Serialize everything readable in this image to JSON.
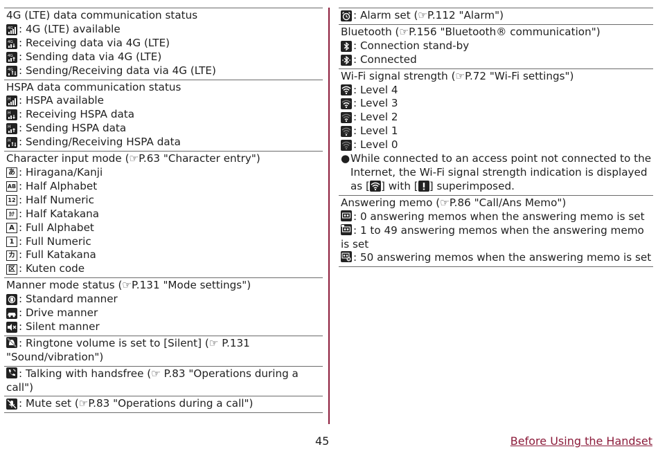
{
  "left": {
    "lte": {
      "heading": "4G (LTE) data communication status",
      "items": [
        ": 4G (LTE) available",
        ": Receiving data via 4G (LTE)",
        ": Sending data via 4G (LTE)",
        ": Sending/Receiving data via 4G (LTE)"
      ]
    },
    "hspa": {
      "heading": "HSPA data communication status",
      "items": [
        ": HSPA available",
        ": Receiving HSPA data",
        ": Sending HSPA data",
        ": Sending/Receiving HSPA data"
      ]
    },
    "input": {
      "heading": "Character input mode (☞P.63 \"Character entry\")",
      "icons": [
        "あ",
        "AB",
        "12",
        "ｶﾅ",
        "A",
        "1",
        "カ",
        "区"
      ],
      "items": [
        ": Hiragana/Kanji",
        ": Half Alphabet",
        ": Half Numeric",
        ": Half Katakana",
        ": Full Alphabet",
        ": Full Numeric",
        ": Full Katakana",
        ": Kuten code"
      ]
    },
    "manner": {
      "heading": "Manner mode status (☞P.131 \"Mode settings\")",
      "items": [
        ": Standard manner",
        ": Drive manner",
        ": Silent manner"
      ]
    },
    "silent": {
      "text": ": Ringtone volume is set to [Silent] (☞ P.131 \"Sound/vibration\")"
    },
    "handsfree": {
      "text": ": Talking with handsfree (☞ P.83 \"Operations during a call\")"
    },
    "mute": {
      "text": ": Mute set (☞P.83 \"Operations during a call\")"
    }
  },
  "right": {
    "alarm": {
      "text": ": Alarm set (☞P.112 \"Alarm\")"
    },
    "bluetooth": {
      "heading": "Bluetooth (☞P.156 \"Bluetooth® communication\")",
      "items": [
        ": Connection stand-by",
        ": Connected"
      ]
    },
    "wifi": {
      "heading": "Wi-Fi signal strength (☞P.72 \"Wi-Fi settings\")",
      "items": [
        ": Level 4",
        ": Level 3",
        ": Level 2",
        ": Level 1",
        ": Level 0"
      ],
      "note_a": "While connected to an access point not connected to the Internet, the Wi-Fi signal strength indication is displayed as [",
      "note_b": "] with [",
      "note_c": "] superimposed."
    },
    "memo": {
      "heading": "Answering memo (☞P.86 \"Call/Ans Memo\")",
      "items": [
        ": 0 answering memos when the answering memo is set",
        ": 1 to 49 answering memos when the answering memo is set",
        ": 50 answering memos when the answering memo is set"
      ]
    }
  },
  "footer": {
    "page": "45",
    "link": "Before Using the Handset"
  },
  "colors": {
    "accent": "#8b1b3a",
    "rule": "#6a6a6a",
    "icon": "#222222"
  }
}
